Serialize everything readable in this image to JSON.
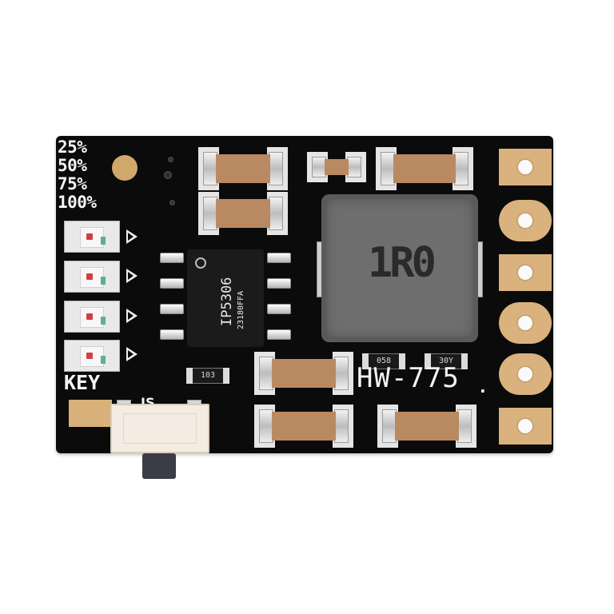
{
  "board": {
    "percent_labels": [
      "25%",
      "50%",
      "75%",
      "100%"
    ],
    "key_label": "KEY",
    "model_label": "HW-775",
    "model_dot": ".",
    "is_label": "IS",
    "inductor_marking": "1R0",
    "ic_marking_main": "IP5306",
    "ic_marking_code": "23180FFA",
    "resistor_labels": [
      "103",
      "058",
      "30Y"
    ]
  },
  "colors": {
    "pcb": "#0b0b0b",
    "gold_pad": "#d9b27d",
    "capacitor": "#b98a62",
    "inductor": "#6e6e6e",
    "silkscreen": "#f4f4f4",
    "led_red": "#d04040"
  },
  "icons": [
    "indicator-triangle-icon",
    "pin1-marker-icon",
    "mounting-hole-icon"
  ]
}
